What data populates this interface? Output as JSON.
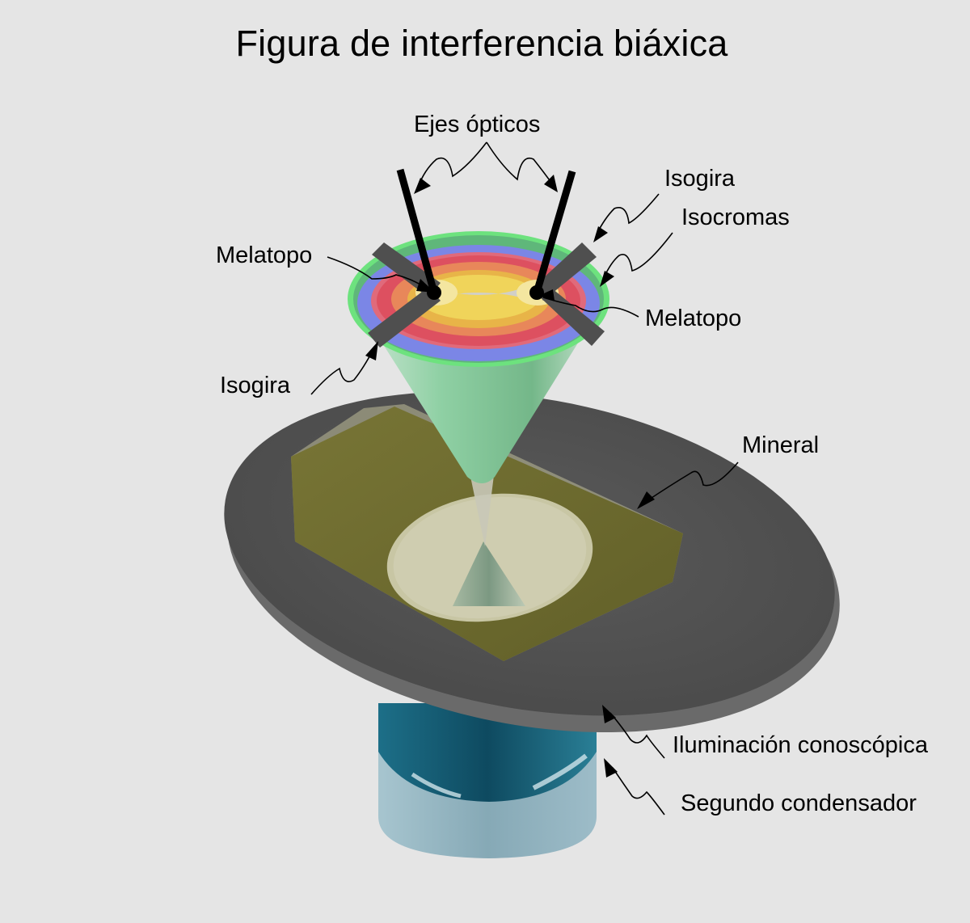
{
  "title": "Figura de interferencia biáxica",
  "labels": {
    "optic_axes": "Ejes ópticos",
    "isogyre_top": "Isogira",
    "isochromes": "Isocromas",
    "melatope_left": "Melatopo",
    "melatope_right": "Melatopo",
    "isogyre_bottom": "Isogira",
    "mineral": "Mineral",
    "conoscopic_illumination": "Iluminación conoscópica",
    "second_condenser": "Segundo condensador"
  },
  "colors": {
    "background": "#e5e5e5",
    "cone_green": "#7fc595",
    "rim_green": "#6ee27f",
    "band_blue": "#7b86e6",
    "band_red": "#dd5060",
    "band_orange": "#e8875a",
    "band_yellow": "#e8c448",
    "isogyre_gray": "#505050",
    "stage_gray": "#555555",
    "mineral_olive": "#6f6d2a",
    "condenser_teal": "#1f6e86",
    "condenser_light": "#8fb2c0"
  }
}
